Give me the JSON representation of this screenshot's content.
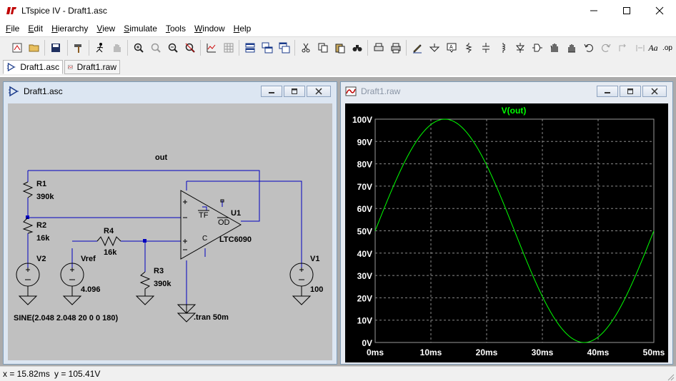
{
  "window": {
    "title": "LTspice IV - Draft1.asc"
  },
  "menu": [
    "File",
    "Edit",
    "Hierarchy",
    "View",
    "Simulate",
    "Tools",
    "Window",
    "Help"
  ],
  "tabs": [
    {
      "label": "Draft1.asc",
      "icon": "schematic-icon"
    },
    {
      "label": "Draft1.raw",
      "icon": "waveform-icon"
    }
  ],
  "schematic": {
    "title": "Draft1.asc",
    "net_label": "out",
    "components": {
      "r1": {
        "ref": "R1",
        "value": "390k"
      },
      "r2": {
        "ref": "R2",
        "value": "16k"
      },
      "r3": {
        "ref": "R3",
        "value": "390k"
      },
      "r4": {
        "ref": "R4",
        "value": "16k"
      },
      "v1": {
        "ref": "V1",
        "value": "100"
      },
      "v2": {
        "ref": "V2",
        "value": "SINE(2.048 2.048 20 0 0 180)"
      },
      "vref": {
        "ref": "Vref",
        "value": "4.096"
      },
      "u1": {
        "ref": "U1",
        "part": "LTC6090",
        "pin_tf": "TF",
        "pin_od": "OD",
        "pin_c": "C"
      }
    },
    "directive": ".tran 50m"
  },
  "waveform": {
    "title": "Draft1.raw",
    "trace_label": "V(out)",
    "trace_color": "#00ff00",
    "background": "#000000"
  },
  "chart_data": {
    "type": "line",
    "title": "",
    "series": [
      {
        "name": "V(out)",
        "function": "50 + 50*sin(2*pi*20*t)",
        "amplitude": 50,
        "offset": 50,
        "frequency_hz": 20
      }
    ],
    "x": [
      0,
      2.5,
      5,
      7.5,
      10,
      12.5,
      15,
      17.5,
      20,
      22.5,
      25,
      27.5,
      30,
      32.5,
      35,
      37.5,
      40,
      42.5,
      45,
      47.5,
      50
    ],
    "values": [
      50,
      65.5,
      79.4,
      90.5,
      97.6,
      100,
      97.6,
      90.5,
      79.4,
      65.5,
      50,
      34.5,
      20.6,
      9.5,
      2.4,
      0,
      2.4,
      9.5,
      20.6,
      34.5,
      50
    ],
    "xlim": [
      0,
      50
    ],
    "ylim": [
      0,
      100
    ],
    "x_ticks": [
      "0ms",
      "10ms",
      "20ms",
      "30ms",
      "40ms",
      "50ms"
    ],
    "y_ticks": [
      "0V",
      "10V",
      "20V",
      "30V",
      "40V",
      "50V",
      "60V",
      "70V",
      "80V",
      "90V",
      "100V"
    ],
    "grid": true
  },
  "status": {
    "x": "x = 15.82ms",
    "y": "y = 105.41V"
  }
}
